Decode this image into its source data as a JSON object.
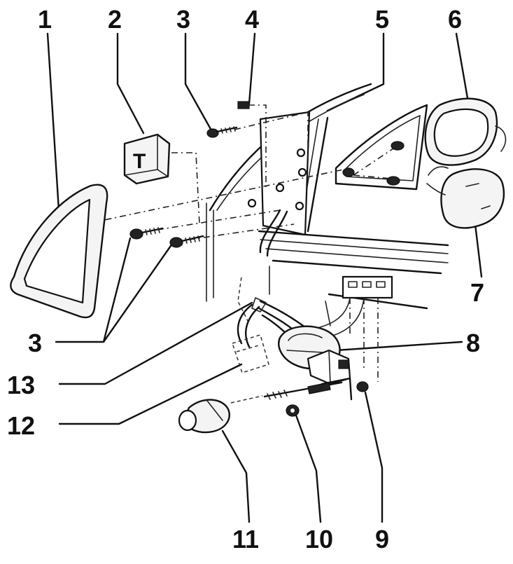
{
  "diagram": {
    "callouts": [
      {
        "id": "c1",
        "label": "1"
      },
      {
        "id": "c2",
        "label": "2"
      },
      {
        "id": "c3a",
        "label": "3"
      },
      {
        "id": "c4",
        "label": "4"
      },
      {
        "id": "c5",
        "label": "5"
      },
      {
        "id": "c6",
        "label": "6"
      },
      {
        "id": "c7",
        "label": "7"
      },
      {
        "id": "c3b",
        "label": "3"
      },
      {
        "id": "c8",
        "label": "8"
      },
      {
        "id": "c13",
        "label": "13"
      },
      {
        "id": "c12",
        "label": "12"
      },
      {
        "id": "c11",
        "label": "11"
      },
      {
        "id": "c10",
        "label": "10"
      },
      {
        "id": "c9",
        "label": "9"
      }
    ],
    "relay_box_letter": "T"
  }
}
